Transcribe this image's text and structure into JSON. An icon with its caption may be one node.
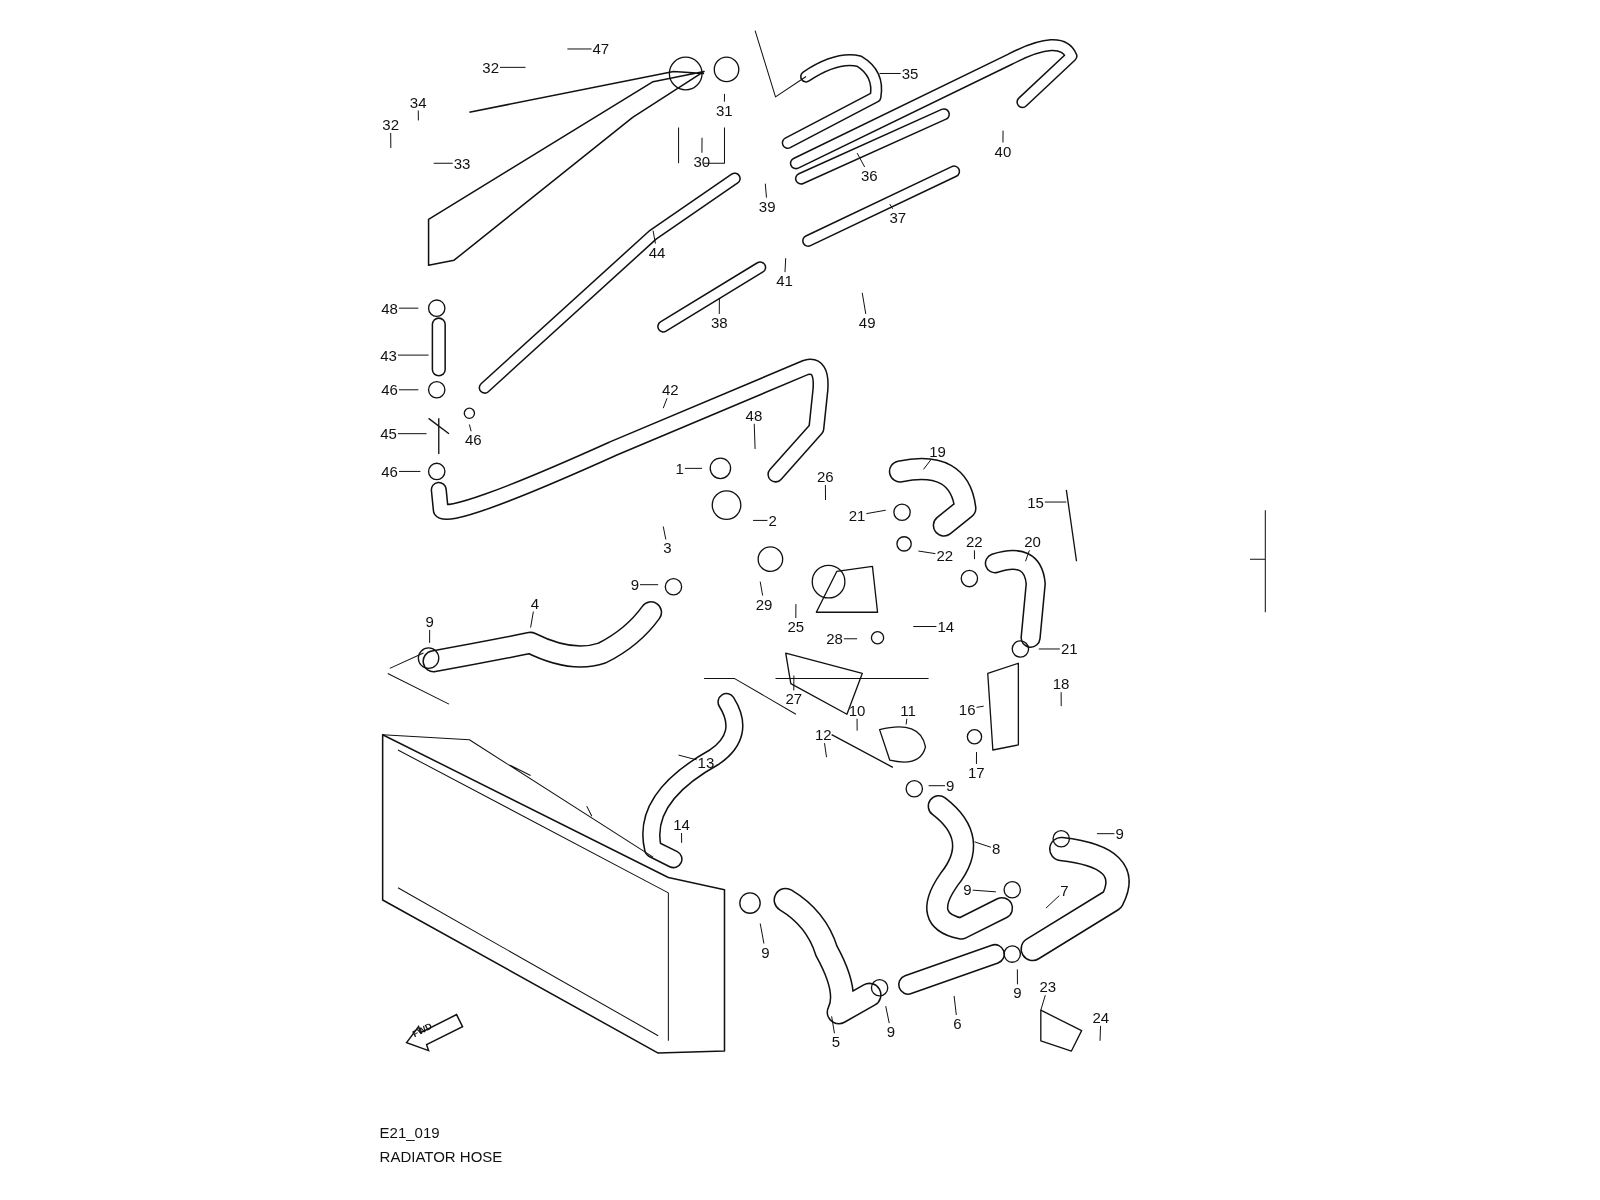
{
  "diagram": {
    "nodes": [
      {
        "text": [
          "47"
        ]
      },
      {
        "text": [
          "32"
        ]
      },
      {
        "text": [
          "35"
        ]
      },
      {
        "text": [
          "31"
        ]
      },
      {
        "text": [
          "34"
        ]
      },
      {
        "text": [
          "32"
        ]
      },
      {
        "text": [
          "33"
        ]
      },
      {
        "text": [
          "30"
        ]
      },
      {
        "text": [
          "40"
        ]
      },
      {
        "text": [
          "36"
        ]
      },
      {
        "text": [
          "39"
        ]
      },
      {
        "text": [
          "37"
        ]
      },
      {
        "text": [
          "44"
        ]
      },
      {
        "text": [
          "41"
        ]
      },
      {
        "text": [
          "49"
        ]
      },
      {
        "text": [
          "38"
        ]
      },
      {
        "text": [
          "48"
        ]
      },
      {
        "text": [
          "43"
        ]
      },
      {
        "text": [
          "46"
        ]
      },
      {
        "text": [
          "42"
        ]
      },
      {
        "text": [
          "45"
        ]
      },
      {
        "text": [
          "46"
        ]
      },
      {
        "text": [
          "46"
        ]
      },
      {
        "text": [
          "1"
        ]
      },
      {
        "text": [
          "48"
        ]
      },
      {
        "text": [
          "19"
        ]
      },
      {
        "text": [
          "26"
        ]
      },
      {
        "text": [
          "21"
        ]
      },
      {
        "text": [
          "15"
        ]
      },
      {
        "text": [
          "2"
        ]
      },
      {
        "text": [
          "3"
        ]
      },
      {
        "text": [
          "22"
        ]
      },
      {
        "text": [
          "22"
        ]
      },
      {
        "text": [
          "20"
        ]
      },
      {
        "text": [
          "9"
        ]
      },
      {
        "text": [
          "29"
        ]
      },
      {
        "text": [
          "25"
        ]
      },
      {
        "text": [
          "14"
        ]
      },
      {
        "text": [
          "4"
        ]
      },
      {
        "text": [
          "9"
        ]
      },
      {
        "text": [
          "28"
        ]
      },
      {
        "text": [
          "21"
        ]
      },
      {
        "text": [
          "27"
        ]
      },
      {
        "text": [
          "10"
        ]
      },
      {
        "text": [
          "11"
        ]
      },
      {
        "text": [
          "18"
        ]
      },
      {
        "text": [
          "16"
        ]
      },
      {
        "text": [
          "12"
        ]
      },
      {
        "text": [
          "17"
        ]
      },
      {
        "text": [
          "13"
        ]
      },
      {
        "text": [
          "9"
        ]
      },
      {
        "text": [
          "14"
        ]
      },
      {
        "text": [
          "8"
        ]
      },
      {
        "text": [
          "9"
        ]
      },
      {
        "text": [
          "7"
        ]
      },
      {
        "text": [
          "9"
        ]
      },
      {
        "text": [
          "9"
        ]
      },
      {
        "text": [
          "9"
        ]
      },
      {
        "text": [
          "23"
        ]
      },
      {
        "text": [
          "6"
        ]
      },
      {
        "text": [
          "9"
        ]
      },
      {
        "text": [
          "24"
        ]
      },
      {
        "text": [
          "5"
        ]
      }
    ],
    "edges": [
      {
        "from": 0,
        "to": null,
        "arrow": "none"
      },
      {
        "from": 1,
        "to": null,
        "arrow": "none"
      },
      {
        "from": 2,
        "to": null,
        "arrow": "none"
      },
      {
        "from": 3,
        "to": null,
        "arrow": "none"
      },
      {
        "from": 4,
        "to": null,
        "arrow": "none"
      },
      {
        "from": 5,
        "to": null,
        "arrow": "none"
      },
      {
        "from": 6,
        "to": null,
        "arrow": "none"
      },
      {
        "from": 7,
        "to": null,
        "arrow": "none"
      },
      {
        "from": 8,
        "to": null,
        "arrow": "none"
      },
      {
        "from": 9,
        "to": null,
        "arrow": "none"
      },
      {
        "from": 10,
        "to": null,
        "arrow": "none"
      },
      {
        "from": 11,
        "to": null,
        "arrow": "none"
      },
      {
        "from": 12,
        "to": null,
        "arrow": "none"
      },
      {
        "from": 13,
        "to": null,
        "arrow": "none"
      },
      {
        "from": 14,
        "to": null,
        "arrow": "none"
      },
      {
        "from": 15,
        "to": null,
        "arrow": "none"
      },
      {
        "from": 16,
        "to": null,
        "arrow": "none"
      },
      {
        "from": 17,
        "to": null,
        "arrow": "none"
      },
      {
        "from": 18,
        "to": null,
        "arrow": "none"
      },
      {
        "from": 19,
        "to": null,
        "arrow": "none"
      },
      {
        "from": 20,
        "to": null,
        "arrow": "none"
      },
      {
        "from": 21,
        "to": null,
        "arrow": "none"
      },
      {
        "from": 22,
        "to": null,
        "arrow": "none"
      },
      {
        "from": 23,
        "to": null,
        "arrow": "none"
      },
      {
        "from": 24,
        "to": null,
        "arrow": "none"
      },
      {
        "from": 25,
        "to": null,
        "arrow": "none"
      },
      {
        "from": 26,
        "to": null,
        "arrow": "none"
      },
      {
        "from": 27,
        "to": null,
        "arrow": "none"
      },
      {
        "from": 28,
        "to": null,
        "arrow": "none"
      },
      {
        "from": 29,
        "to": null,
        "arrow": "none"
      },
      {
        "from": 30,
        "to": null,
        "arrow": "none"
      },
      {
        "from": 31,
        "to": null,
        "arrow": "none"
      },
      {
        "from": 32,
        "to": null,
        "arrow": "none"
      },
      {
        "from": 33,
        "to": null,
        "arrow": "none"
      },
      {
        "from": 34,
        "to": null,
        "arrow": "none"
      },
      {
        "from": 35,
        "to": null,
        "arrow": "none"
      },
      {
        "from": 36,
        "to": null,
        "arrow": "none"
      },
      {
        "from": 37,
        "to": null,
        "arrow": "none"
      },
      {
        "from": 38,
        "to": null,
        "arrow": "none"
      },
      {
        "from": 39,
        "to": null,
        "arrow": "none"
      },
      {
        "from": 40,
        "to": null,
        "arrow": "none"
      },
      {
        "from": 41,
        "to": null,
        "arrow": "none"
      },
      {
        "from": 42,
        "to": null,
        "arrow": "none"
      },
      {
        "from": 43,
        "to": null,
        "arrow": "none"
      },
      {
        "from": 44,
        "to": null,
        "arrow": "none"
      },
      {
        "from": 45,
        "to": null,
        "arrow": "none"
      },
      {
        "from": 46,
        "to": null,
        "arrow": "none"
      },
      {
        "from": 47,
        "to": null,
        "arrow": "none"
      },
      {
        "from": 48,
        "to": null,
        "arrow": "none"
      },
      {
        "from": 49,
        "to": null,
        "arrow": "none"
      },
      {
        "from": 50,
        "to": null,
        "arrow": "none"
      },
      {
        "from": 51,
        "to": null,
        "arrow": "none"
      },
      {
        "from": 52,
        "to": null,
        "arrow": "none"
      },
      {
        "from": 53,
        "to": null,
        "arrow": "none"
      },
      {
        "from": 54,
        "to": null,
        "arrow": "none"
      },
      {
        "from": 55,
        "to": null,
        "arrow": "none"
      },
      {
        "from": 56,
        "to": null,
        "arrow": "none"
      },
      {
        "from": 57,
        "to": null,
        "arrow": "none"
      },
      {
        "from": 58,
        "to": null,
        "arrow": "none"
      },
      {
        "from": 59,
        "to": null,
        "arrow": "none"
      },
      {
        "from": 60,
        "to": null,
        "arrow": "none"
      },
      {
        "from": 61,
        "to": null,
        "arrow": "none"
      },
      {
        "from": 62,
        "to": null,
        "arrow": "none"
      }
    ],
    "labels": [
      "FWD",
      "E21_019",
      "RADIATOR HOSE"
    ]
  }
}
